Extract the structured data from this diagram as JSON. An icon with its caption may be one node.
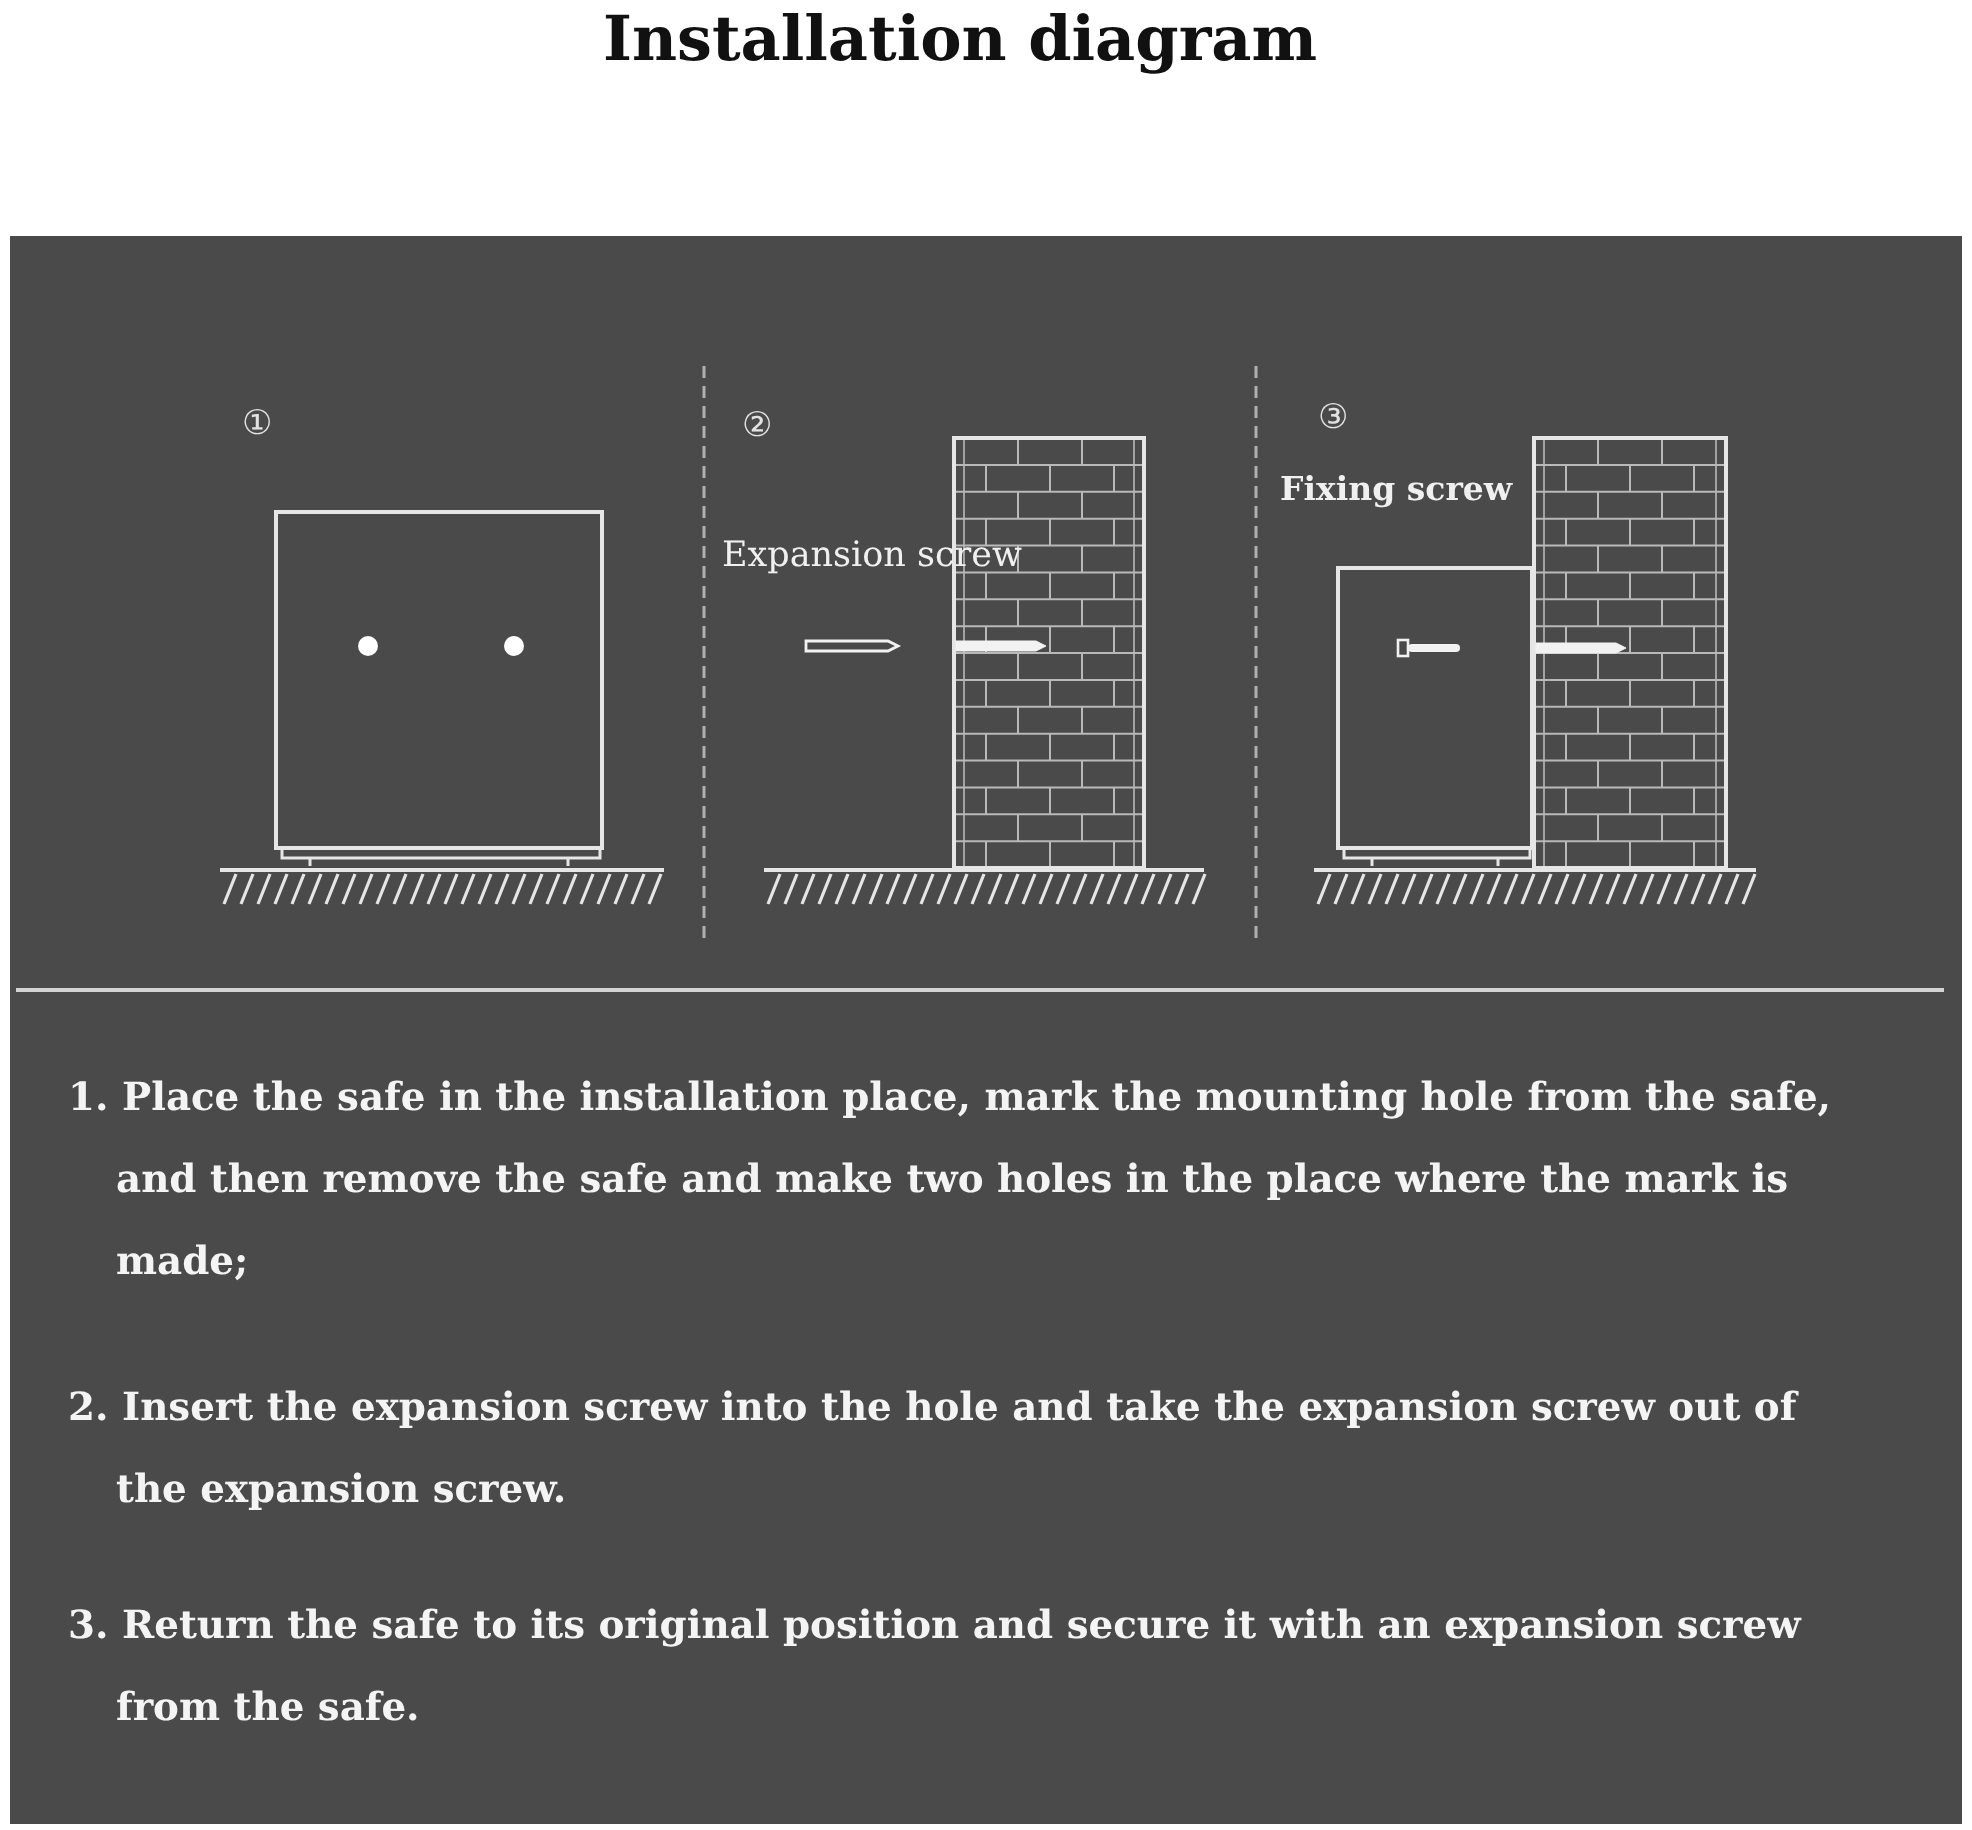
{
  "diagram": {
    "title": "Installation diagram",
    "labels": [
      "①",
      "②",
      "Expansion screw",
      "③",
      "Fixing screw",
      "1. Place the safe in the installation place, mark the mounting hole from the safe, and then remove the safe and make two holes in the place where the mark is made;",
      "2. Insert the expansion screw into the hole and take the expansion screw out of the expansion screw.",
      "3. Return the safe to its original position and secure it with an expansion screw from the safe."
    ]
  }
}
